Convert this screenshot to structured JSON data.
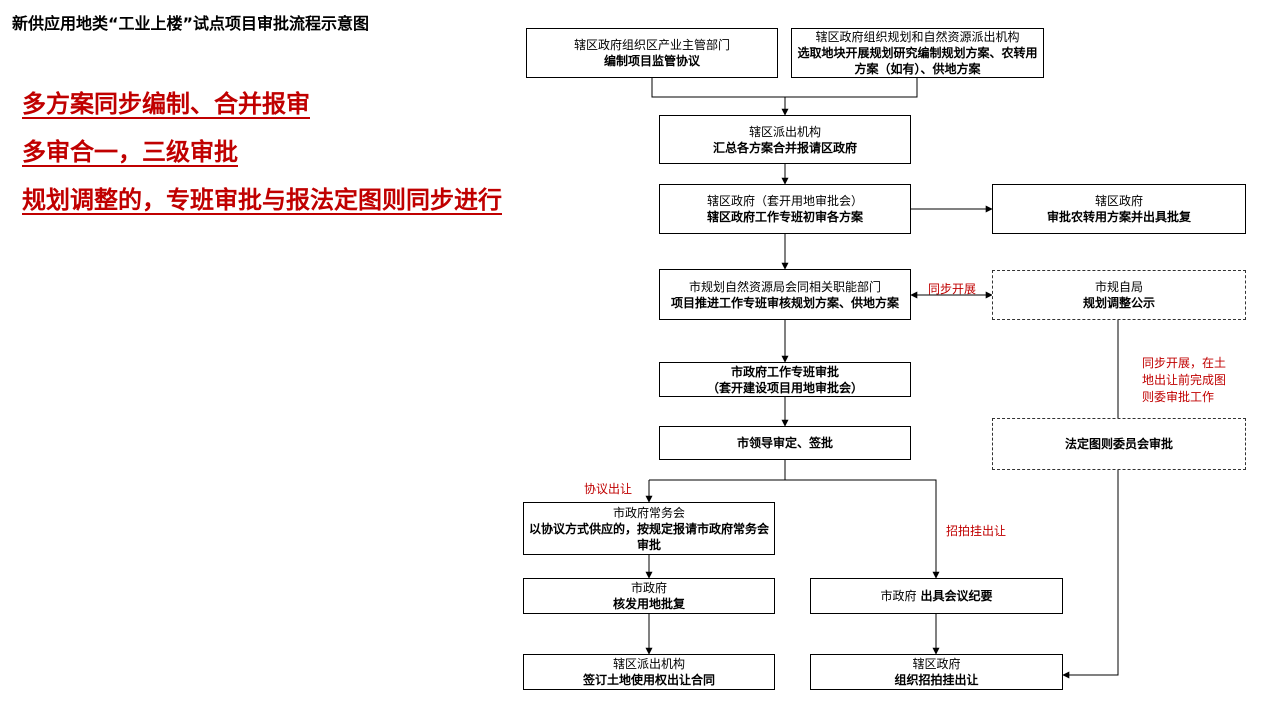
{
  "title": "新供应用地类“工业上楼”试点项目审批流程示意图",
  "highlights": [
    "多方案同步编制、合并报审",
    "多审合一，三级审批",
    "规划调整的，专班审批与报法定图则同步进行"
  ],
  "flow": {
    "box_industry": {
      "line1": "辖区政府组织区产业主管部门",
      "line2": "编制项目监管协议"
    },
    "box_planning": {
      "line1": "辖区政府组织规划和自然资源派出机构",
      "line2": "选取地块开展规划研究编制规划方案、农转用方案（如有）、供地方案"
    },
    "box_summary": {
      "line1": "辖区派出机构",
      "line2": "汇总各方案合并报请区政府"
    },
    "box_district_review": {
      "line1": "辖区政府（套开用地审批会）",
      "line2": "辖区政府工作专班初审各方案"
    },
    "box_farmland": {
      "line1": "辖区政府",
      "line2": "审批农转用方案并出具批复"
    },
    "box_city_review": {
      "line1": "市规划自然资源局会同相关职能部门",
      "line2": "项目推进工作专班审核规划方案、供地方案"
    },
    "box_publicity": {
      "line1": "市规自局",
      "line2": "规划调整公示"
    },
    "box_city_special": {
      "line1": "市政府工作专班审批",
      "line2": "（套开建设项目用地审批会）"
    },
    "box_leader": {
      "line2": "市领导审定、签批"
    },
    "box_zoning": {
      "line2": "法定图则委员会审批"
    },
    "box_standing": {
      "line1": "市政府常务会",
      "line2": "以协议方式供应的，按规定报请市政府常务会审批"
    },
    "box_approval": {
      "line1": "市政府",
      "line2": "核发用地批复"
    },
    "box_minutes": {
      "line1": "市政府",
      "line2": "出具会议纪要"
    },
    "box_contract": {
      "line1": "辖区派出机构",
      "line2": "签订土地使用权出让合同"
    },
    "box_auction": {
      "line1": "辖区政府",
      "line2": "组织招拍挂出让"
    }
  },
  "labels": {
    "sync": "同步开展",
    "sync_note": "同步开展，在土地出让前完成图则委审批工作",
    "agreement": "协议出让",
    "auction": "招拍挂出让"
  }
}
